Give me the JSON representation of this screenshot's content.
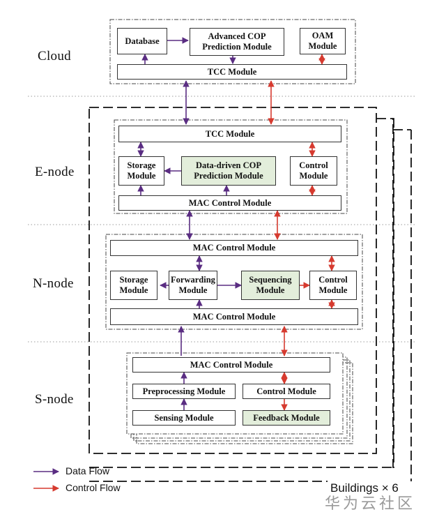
{
  "layers": {
    "cloud": "Cloud",
    "enode": "E-node",
    "nnode": "N-node",
    "snode": "S-node"
  },
  "cloud": {
    "database": "Database",
    "advanced_cop": "Advanced COP\nPrediction Module",
    "oam": "OAM\nModule",
    "tcc": "TCC Module"
  },
  "enode": {
    "tcc": "TCC Module",
    "storage": "Storage\nModule",
    "cop": "Data-driven COP\nPrediction Module",
    "control": "Control\nModule",
    "mac": "MAC Control Module"
  },
  "nnode": {
    "mac_top": "MAC Control Module",
    "storage": "Storage\nModule",
    "forwarding": "Forwarding\nModule",
    "sequencing": "Sequencing\nModule",
    "control": "Control\nModule",
    "mac_bottom": "MAC Control Module"
  },
  "snode": {
    "mac": "MAC Control Module",
    "preprocessing": "Preprocessing Module",
    "control": "Control Module",
    "sensing": "Sensing Module",
    "feedback": "Feedback Module"
  },
  "legend": {
    "data_flow": "Data Flow",
    "control_flow": "Control Flow"
  },
  "footer": "Buildings × 6",
  "watermark": "华为云社区",
  "colors": {
    "data_flow": "#5a2d82",
    "control_flow": "#d63a2f",
    "module_highlight": "#e3eedb"
  }
}
